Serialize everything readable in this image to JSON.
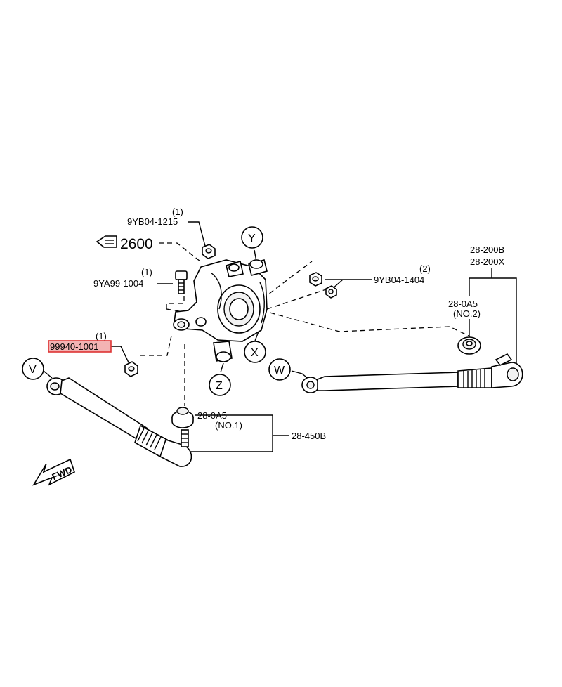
{
  "diagram": {
    "ref_arrow": {
      "label": "2600",
      "icon": "pointing-hand-icon"
    },
    "parts": {
      "bolt_top": {
        "qty": "(1)",
        "number": "9YB04-1215"
      },
      "bolt_left": {
        "qty": "(1)",
        "number": "9YA99-1004"
      },
      "nut_highlighted": {
        "qty": "(1)",
        "number": "99940-1001",
        "highlight_color": "#e06060"
      },
      "nut_right": {
        "qty": "(2)",
        "number": "9YB04-1404"
      },
      "link_upper": {
        "numbers": [
          "28-200B",
          "28-200X"
        ]
      },
      "bushing_2": {
        "number": "28-0A5",
        "note": "(NO.2)"
      },
      "bushing_1": {
        "number": "28-0A5",
        "note": "(NO.1)"
      },
      "link_lower": {
        "number": "28-450B"
      }
    },
    "callouts": {
      "y": "Y",
      "x": "X",
      "z": "Z",
      "w": "W",
      "v": "V"
    },
    "fwd": {
      "label": "FWD",
      "icon": "forward-arrow-icon"
    }
  }
}
